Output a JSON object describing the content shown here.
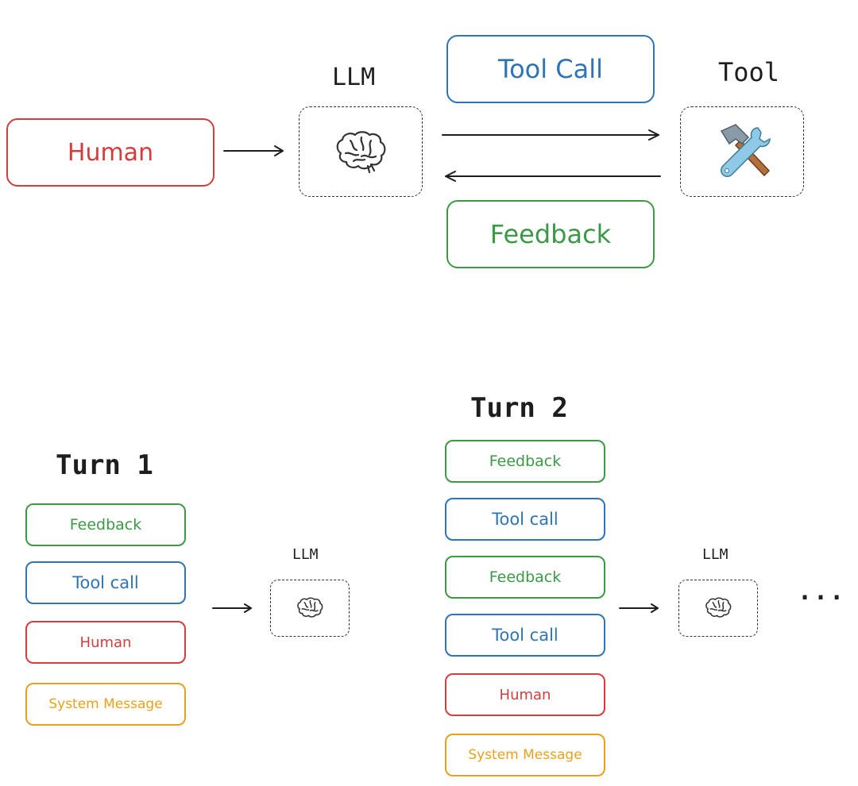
{
  "colors": {
    "human": "#d63c3c",
    "tool_call": "#2f74b5",
    "feedback": "#3a9a45",
    "system": "#e6a21b",
    "ink": "#1e1e1e"
  },
  "top": {
    "human_label": "Human",
    "llm_title": "LLM",
    "tool_title": "Tool",
    "tool_call_label": "Tool Call",
    "feedback_label": "Feedback",
    "llm_icon": "brain-icon",
    "tool_icon": "hammer-wrench-icon"
  },
  "turn1": {
    "title": "Turn 1",
    "llm_title": "LLM",
    "stack": [
      "Feedback",
      "Tool call",
      "Human",
      "System Message"
    ]
  },
  "turn2": {
    "title": "Turn 2",
    "llm_title": "LLM",
    "stack": [
      "Feedback",
      "Tool call",
      "Feedback",
      "Tool call",
      "Human",
      "System Message"
    ]
  },
  "ellipsis": "..."
}
